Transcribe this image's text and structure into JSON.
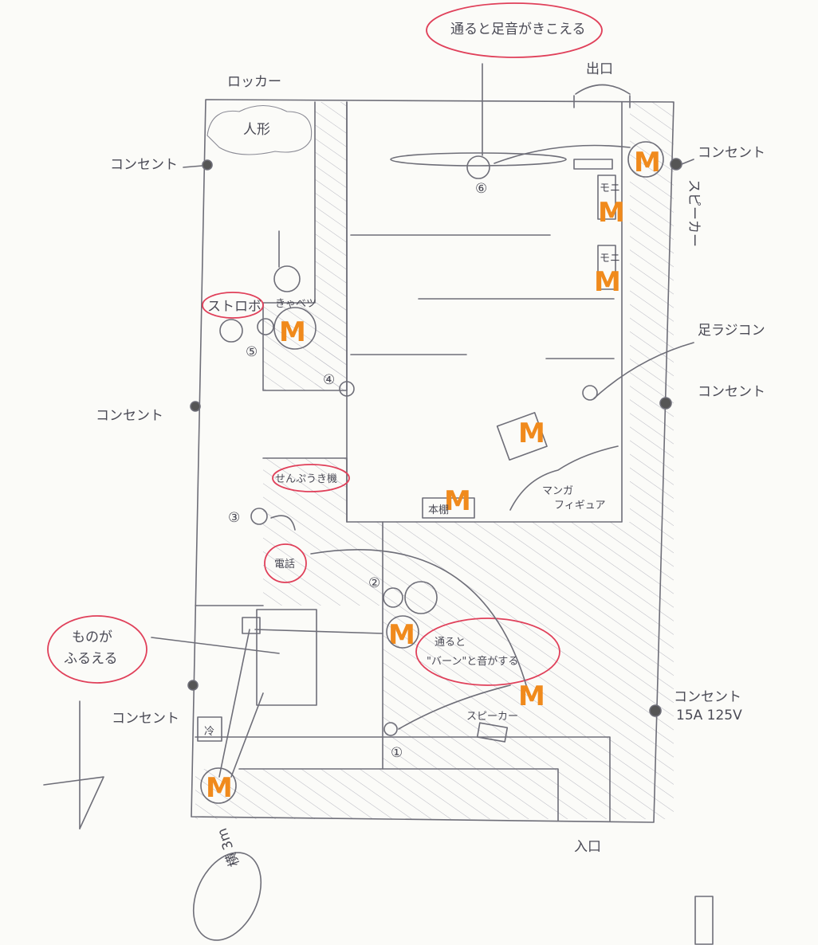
{
  "title_bubble": "通ると足音がきこえる",
  "exit_label": "出口",
  "entrance_label": "入口",
  "locker_label": "ロッカー",
  "doll_label": "人形",
  "outlets": [
    "コンセント",
    "コンセント",
    "コンセント",
    "コンセント",
    "コンセント",
    "コンセント"
  ],
  "outlet_rating": "15A 125V",
  "speaker_label_right": "スピーカー",
  "speaker_label_bottom": "スピーカー",
  "foot_switch_label": "足ラジコン",
  "strobe_label": "ストロボ",
  "cabbage_label": "きゃべツ",
  "fan_label": "せんぷうき機",
  "phone_label": "電話",
  "fridge_label": "冷",
  "bookshelf_label": "本棚",
  "manga_label_1": "マンガ",
  "manga_label_2": "フィギュア",
  "monitor_labels": [
    "モニ",
    "モニ"
  ],
  "shake_bubble_1": "ものが",
  "shake_bubble_2": "ふるえる",
  "bang_bubble_1": "通ると",
  "bang_bubble_2": "\"バーン\"と音がする",
  "scale_label": "横 3m",
  "numbers": [
    "①",
    "②",
    "③",
    "④",
    "⑤",
    "⑥"
  ],
  "marker_letter": "M",
  "colors": {
    "marker": "#f08a1c",
    "bubble": "#e0405a",
    "pencil": "#6e6e78"
  }
}
